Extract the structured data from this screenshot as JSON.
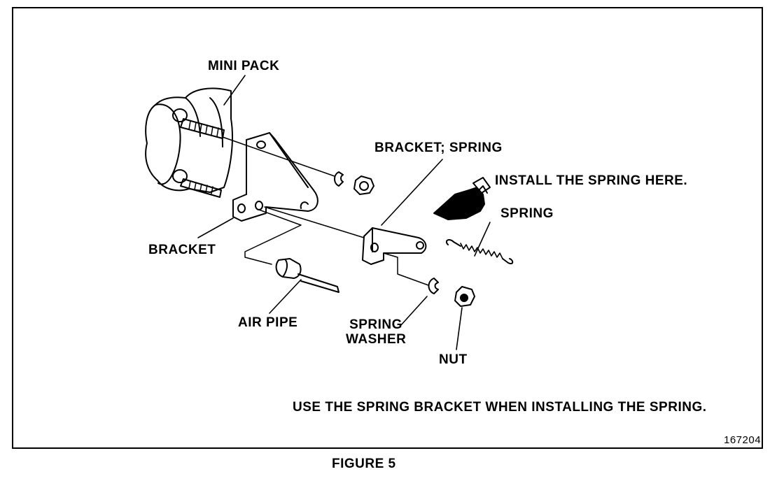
{
  "figure": {
    "caption": "FIGURE 5",
    "id_number": "167204",
    "note": "USE THE SPRING BRACKET WHEN INSTALLING THE SPRING."
  },
  "labels": {
    "mini_pack": "MINI PACK",
    "bracket_spring": "BRACKET; SPRING",
    "install_here": "INSTALL THE SPRING HERE.",
    "spring": "SPRING",
    "bracket": "BRACKET",
    "air_pipe": "AIR PIPE",
    "spring_washer_line1": "SPRING",
    "spring_washer_line2": "WASHER",
    "nut": "NUT"
  }
}
